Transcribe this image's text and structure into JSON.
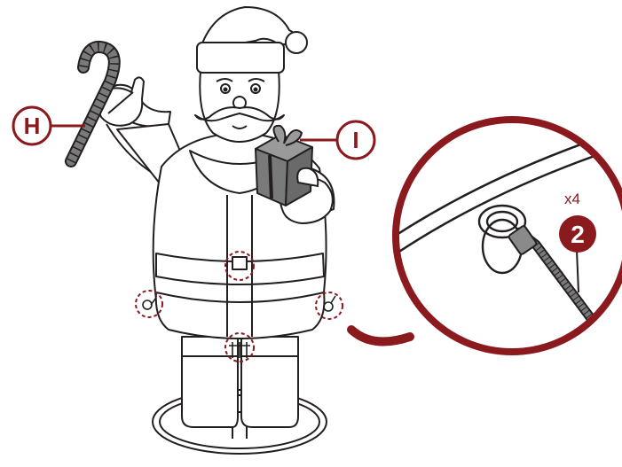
{
  "colors": {
    "accent": "#8B1A1F",
    "outline": "#231F20",
    "part_gray": "#7A7A7A",
    "background": "#FFFFFF"
  },
  "callouts": {
    "candy_cane": {
      "letter": "H"
    },
    "gift_box": {
      "letter": "I"
    }
  },
  "detail": {
    "step_number": "2",
    "quantity": "x4"
  },
  "icons": [
    "santa-figure-icon",
    "candy-cane-icon",
    "gift-box-icon",
    "zip-tie-icon",
    "ring-connector-icon",
    "stand-base-icon"
  ]
}
